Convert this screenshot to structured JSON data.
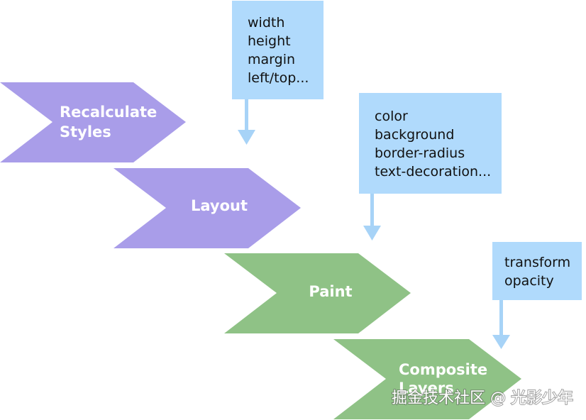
{
  "colors": {
    "purple": "#a99de9",
    "green": "#8fc286",
    "note_bg": "#b0dafc",
    "arrow": "#a7d3f7",
    "stage_text": "#ffffff",
    "note_text": "#111111"
  },
  "stages": [
    {
      "lines": [
        "Recalculate",
        "Styles"
      ]
    },
    {
      "lines": [
        "Layout"
      ]
    },
    {
      "lines": [
        "Paint"
      ]
    },
    {
      "lines": [
        "Composite",
        "Layers"
      ]
    }
  ],
  "notes": [
    {
      "lines": [
        "width",
        "height",
        "margin",
        "left/top..."
      ]
    },
    {
      "lines": [
        "color",
        "background",
        "border-radius",
        "text-decoration..."
      ]
    },
    {
      "lines": [
        "transform",
        "opacity"
      ]
    }
  ],
  "watermark": {
    "text": "掘金技术社区 @ 光影少年"
  }
}
